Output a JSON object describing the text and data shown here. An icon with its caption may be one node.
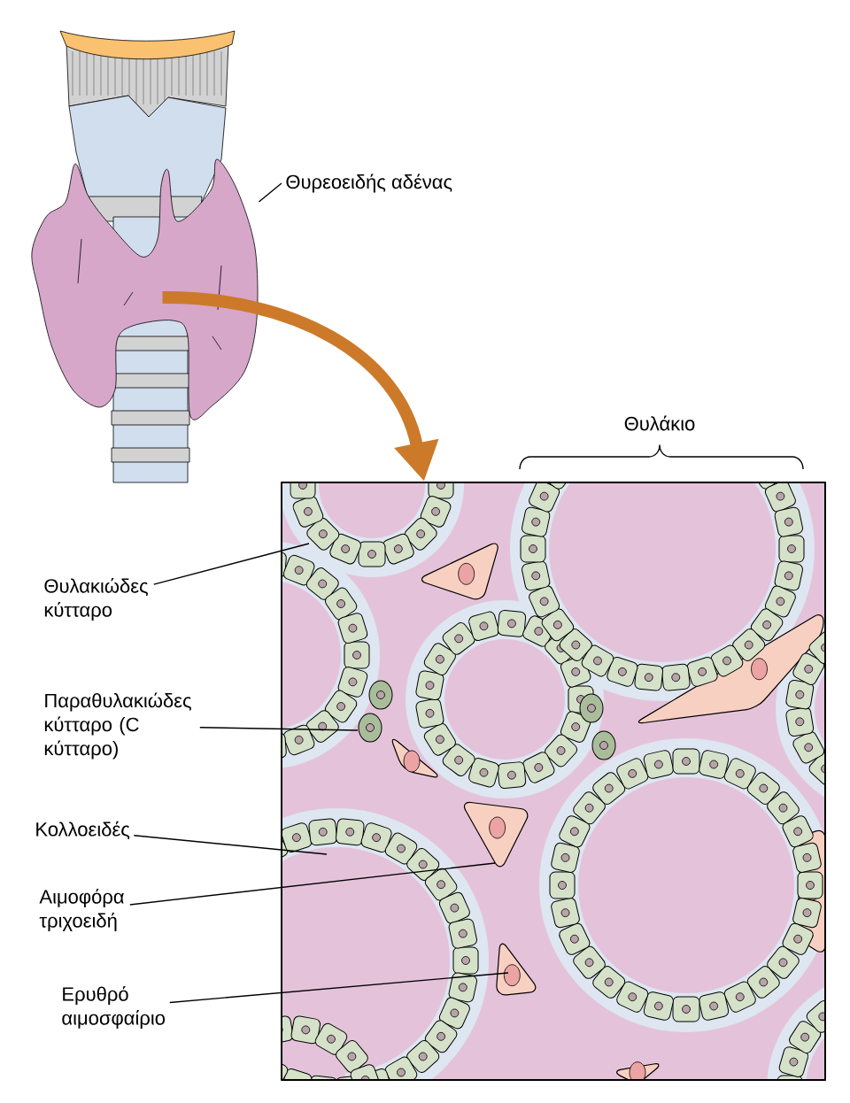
{
  "diagram": {
    "nodes": [
      {
        "text": [
          "Θυρεοειδής αδένας"
        ]
      },
      {
        "text": [],
        "shape": "picture"
      },
      {
        "text": [],
        "shape": "picture"
      },
      {
        "text": [
          "Θυλακιώδες κύτταρο"
        ]
      },
      {
        "text": [
          "Παραθυλακιώδες κύτταρο (C κύτταρο)"
        ]
      },
      {
        "text": [
          "Κολλοειδές"
        ]
      },
      {
        "text": [
          "Αιμοφόρα τριχοειδή"
        ]
      },
      {
        "text": [
          "Ερυθρό αιμοσφαίριο"
        ]
      }
    ],
    "edges": [
      {
        "from": 0,
        "to": 1,
        "arrow": "none"
      },
      {
        "from": 1,
        "to": 2,
        "arrow": "to",
        "style": "thick",
        "color": "#cc7a2a"
      },
      {
        "from": 3,
        "to": 2,
        "arrow": "none"
      },
      {
        "from": 4,
        "to": 2,
        "arrow": "none"
      },
      {
        "from": 5,
        "to": 2,
        "arrow": "none"
      },
      {
        "from": 6,
        "to": 2,
        "arrow": "none"
      },
      {
        "from": 7,
        "to": 2,
        "arrow": "none"
      }
    ],
    "labels": [
      "Θυλάκιο"
    ]
  }
}
